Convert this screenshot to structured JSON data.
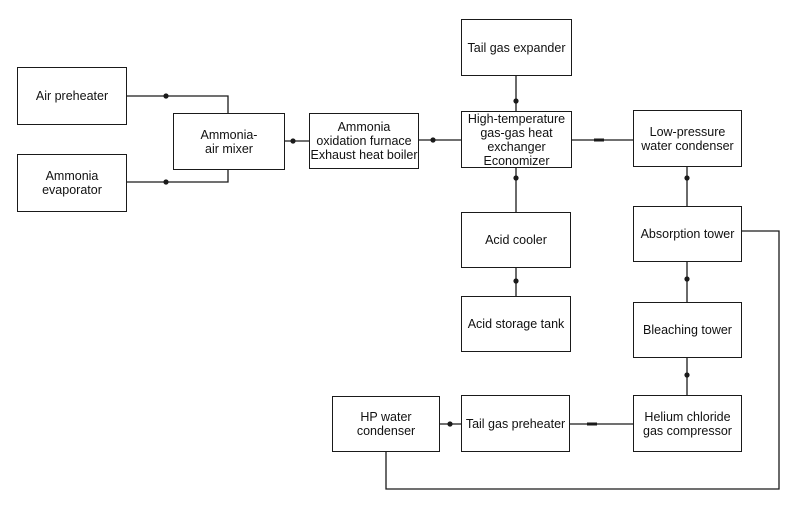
{
  "nodes": {
    "air_preheater": {
      "lines": [
        "Air preheater"
      ]
    },
    "ammonia_evaporator": {
      "lines": [
        "Ammonia",
        "evaporator"
      ]
    },
    "ammonia_air_mixer": {
      "lines": [
        "Ammonia-",
        "air mixer"
      ]
    },
    "oxidation_furnace": {
      "lines": [
        "Ammonia",
        "oxidation furnace",
        "Exhaust heat boiler"
      ]
    },
    "gas_heat_exchanger": {
      "lines": [
        "High-temperature",
        "gas-gas heat",
        "exchanger",
        "Economizer"
      ]
    },
    "tail_gas_expander": {
      "lines": [
        "Tail gas expander"
      ]
    },
    "acid_cooler": {
      "lines": [
        "Acid cooler"
      ]
    },
    "acid_storage_tank": {
      "lines": [
        "Acid storage tank"
      ]
    },
    "lp_water_condenser": {
      "lines": [
        "Low-pressure",
        "water condenser"
      ]
    },
    "absorption_tower": {
      "lines": [
        "Absorption tower"
      ]
    },
    "bleaching_tower": {
      "lines": [
        "Bleaching tower"
      ]
    },
    "helium_compressor": {
      "lines": [
        "Helium chloride",
        "gas compressor"
      ]
    },
    "tail_gas_preheater": {
      "lines": [
        "Tail gas preheater"
      ]
    },
    "hp_water_condenser": {
      "lines": [
        "HP water",
        "condenser"
      ]
    }
  },
  "edges": [
    {
      "from": "air_preheater",
      "to": "ammonia_air_mixer"
    },
    {
      "from": "ammonia_evaporator",
      "to": "ammonia_air_mixer"
    },
    {
      "from": "ammonia_air_mixer",
      "to": "oxidation_furnace"
    },
    {
      "from": "oxidation_furnace",
      "to": "gas_heat_exchanger"
    },
    {
      "from": "gas_heat_exchanger",
      "to": "tail_gas_expander"
    },
    {
      "from": "gas_heat_exchanger",
      "to": "lp_water_condenser"
    },
    {
      "from": "gas_heat_exchanger",
      "to": "acid_cooler"
    },
    {
      "from": "acid_cooler",
      "to": "acid_storage_tank"
    },
    {
      "from": "lp_water_condenser",
      "to": "absorption_tower"
    },
    {
      "from": "absorption_tower",
      "to": "bleaching_tower"
    },
    {
      "from": "bleaching_tower",
      "to": "helium_compressor"
    },
    {
      "from": "helium_compressor",
      "to": "tail_gas_preheater"
    },
    {
      "from": "tail_gas_preheater",
      "to": "hp_water_condenser"
    },
    {
      "from": "absorption_tower",
      "to": "hp_water_condenser"
    }
  ]
}
